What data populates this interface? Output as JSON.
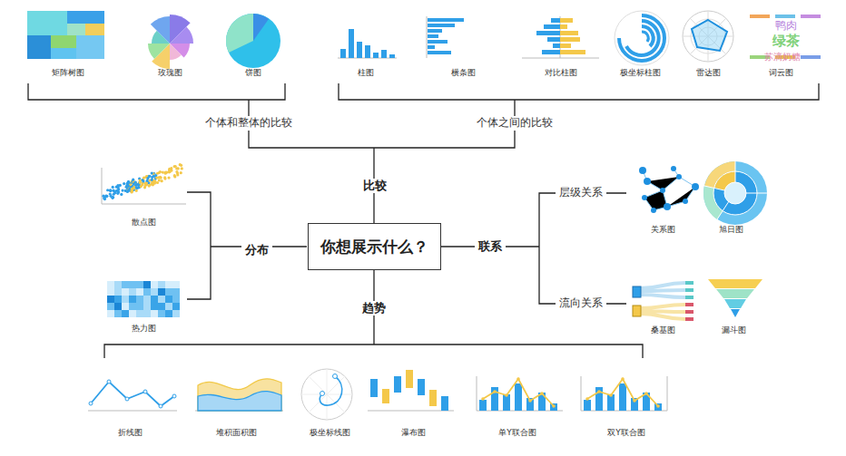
{
  "diagram": {
    "nodes": [
      {
        "text": [
          "你想展示什么？"
        ]
      }
    ],
    "edges": [],
    "labels": [
      "矩阵树图",
      "玫瑰图",
      "饼图",
      "柱图",
      "横条图",
      "对比柱图",
      "极坐标柱图",
      "雷达图",
      "词云图",
      "鸭肉",
      "绿茶",
      "苏滴奶糖",
      "个体和整体的比较",
      "个体之间的比较",
      "比较",
      "散点图",
      "热力图",
      "分布",
      "联系",
      "层级关系",
      "流向关系",
      "关系图",
      "旭日图",
      "桑基图",
      "漏斗图",
      "趋势",
      "折线图",
      "堆积面积图",
      "极坐标线图",
      "瀑布图",
      "单Y联合图",
      "双Y联合图"
    ]
  }
}
